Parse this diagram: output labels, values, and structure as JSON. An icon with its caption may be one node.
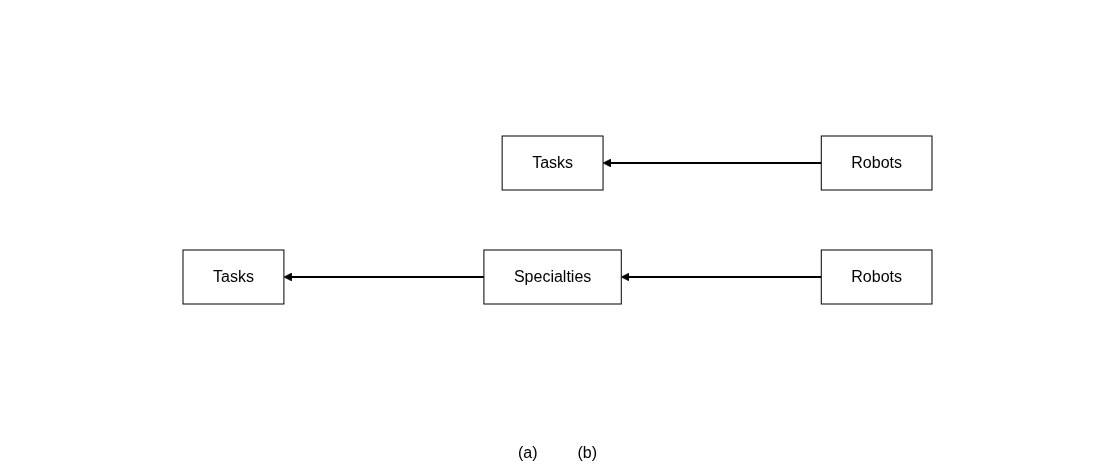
{
  "diagram": {
    "nodes": [
      {
        "text": [
          "Tasks"
        ]
      },
      {
        "text": [
          "Robots"
        ]
      },
      {
        "text": [
          "Tasks"
        ]
      },
      {
        "text": [
          "Specialties"
        ]
      },
      {
        "text": [
          "Robots"
        ]
      }
    ],
    "edges": [
      {
        "from": 1,
        "to": 0,
        "arrow": "to"
      },
      {
        "from": 3,
        "to": 2,
        "arrow": "to"
      },
      {
        "from": 4,
        "to": 3,
        "arrow": "to"
      }
    ],
    "labels": [
      "(a)",
      "(b)"
    ]
  }
}
